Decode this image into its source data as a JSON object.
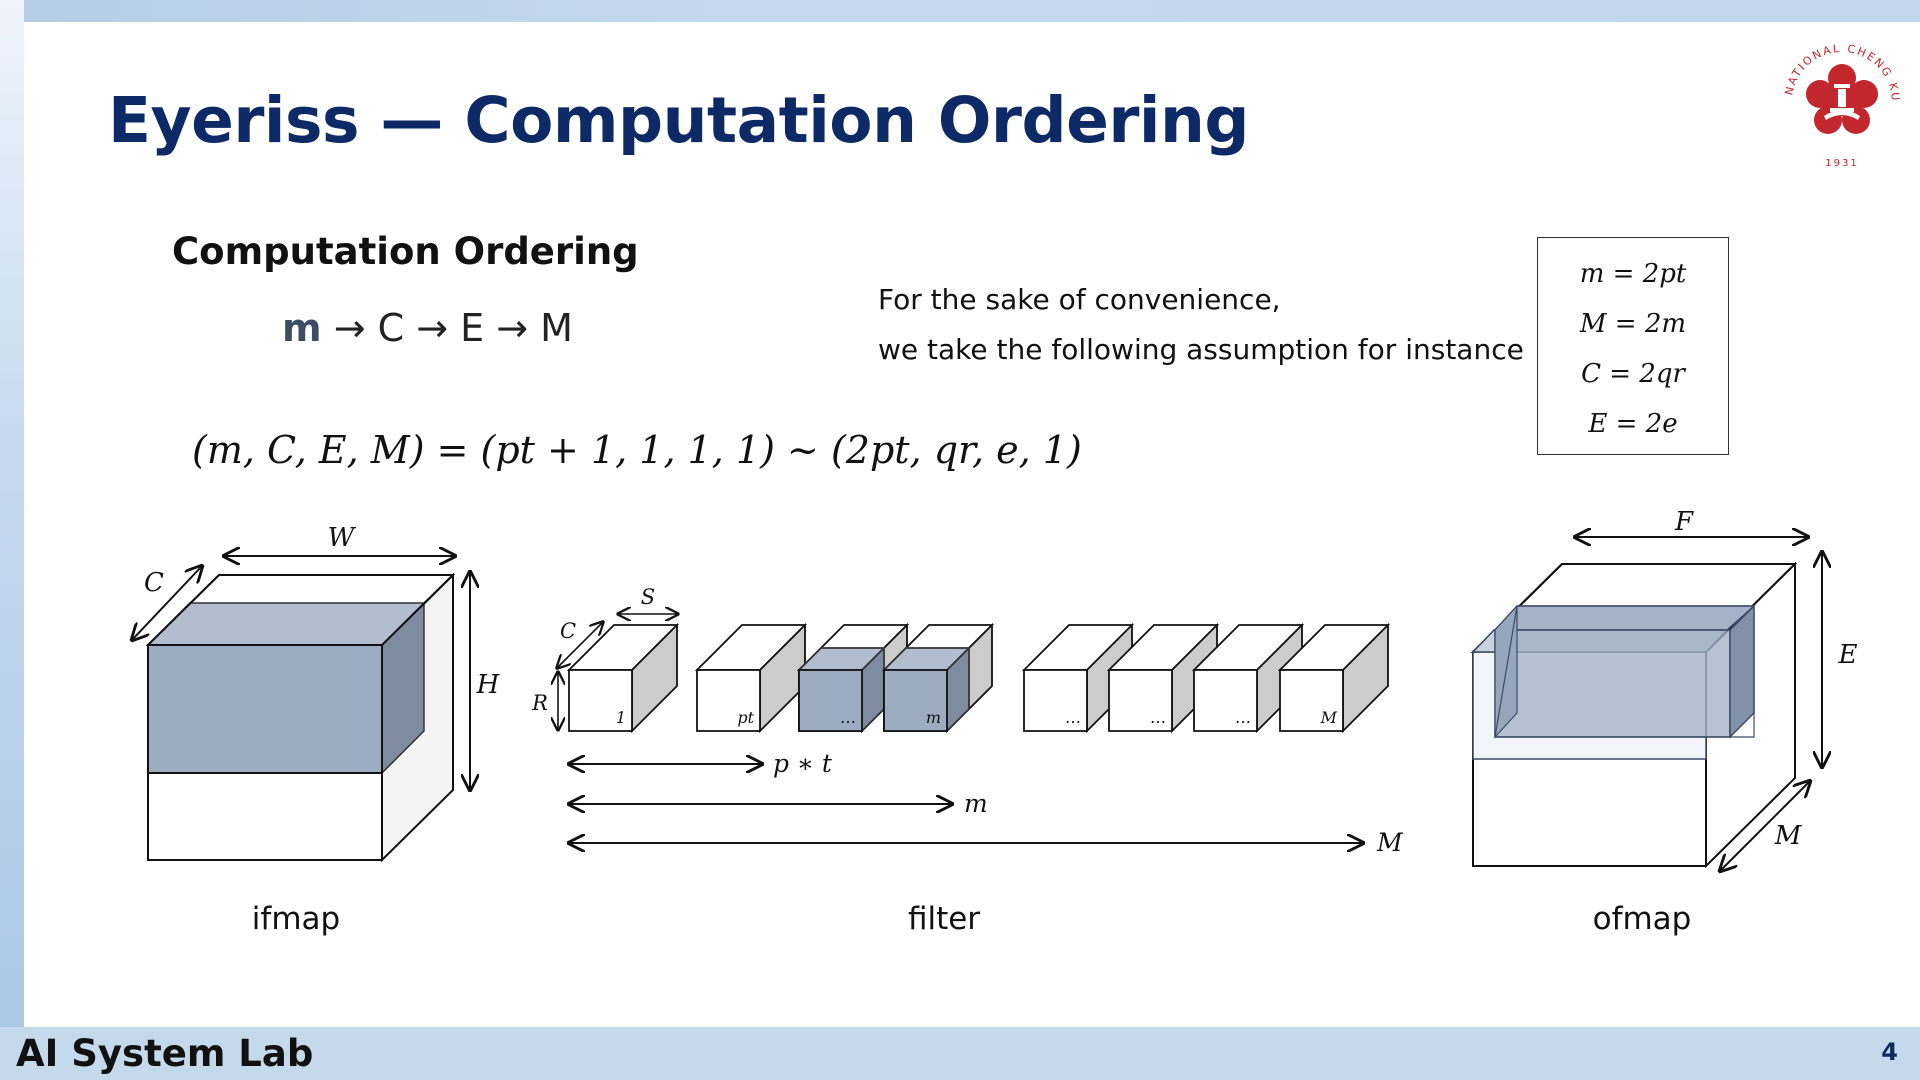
{
  "slide": {
    "title": "Eyeriss — Computation Ordering",
    "subhead": "Computation Ordering",
    "ordering": {
      "first": "m",
      "rest": " → C → E → M"
    },
    "note_line1": "For the sake of convenience,",
    "note_line2": "we take the following assumption for instance",
    "formula": "(m, C, E, M)  =  (pt + 1, 1, 1, 1) ~ (2pt, qr, e, 1)",
    "assumptions": [
      "m  = 2pt",
      "M  =  2m",
      "C  =  2qr",
      "E  =  2e"
    ],
    "footer_lab": "AI System Lab",
    "page_number": "4"
  },
  "logo": {
    "text": "NATIONAL CHENG KUNG UNIVERSITY",
    "year": "1931",
    "color": "#c1272d"
  },
  "diagram": {
    "ifmap": {
      "caption": "ifmap",
      "width_label": "W",
      "height_label": "H",
      "depth_label": "C"
    },
    "filter": {
      "caption": "filter",
      "s_label": "S",
      "r_label": "R",
      "c_label": "C",
      "cube_labels": [
        "1",
        "pt",
        "…",
        "m",
        "…",
        "…",
        "…",
        "M"
      ],
      "arrow_pt": "p ∗ t",
      "arrow_m": "m",
      "arrow_M": "M"
    },
    "ofmap": {
      "caption": "ofmap",
      "width_label": "F",
      "height_label": "E",
      "depth_label": "M"
    },
    "colors": {
      "highlight_front": "#9eacc2",
      "highlight_top": "#b2bdcf",
      "highlight_side": "#7f8ba0",
      "cube_side": "#cccccc",
      "outline": "#111111"
    }
  }
}
